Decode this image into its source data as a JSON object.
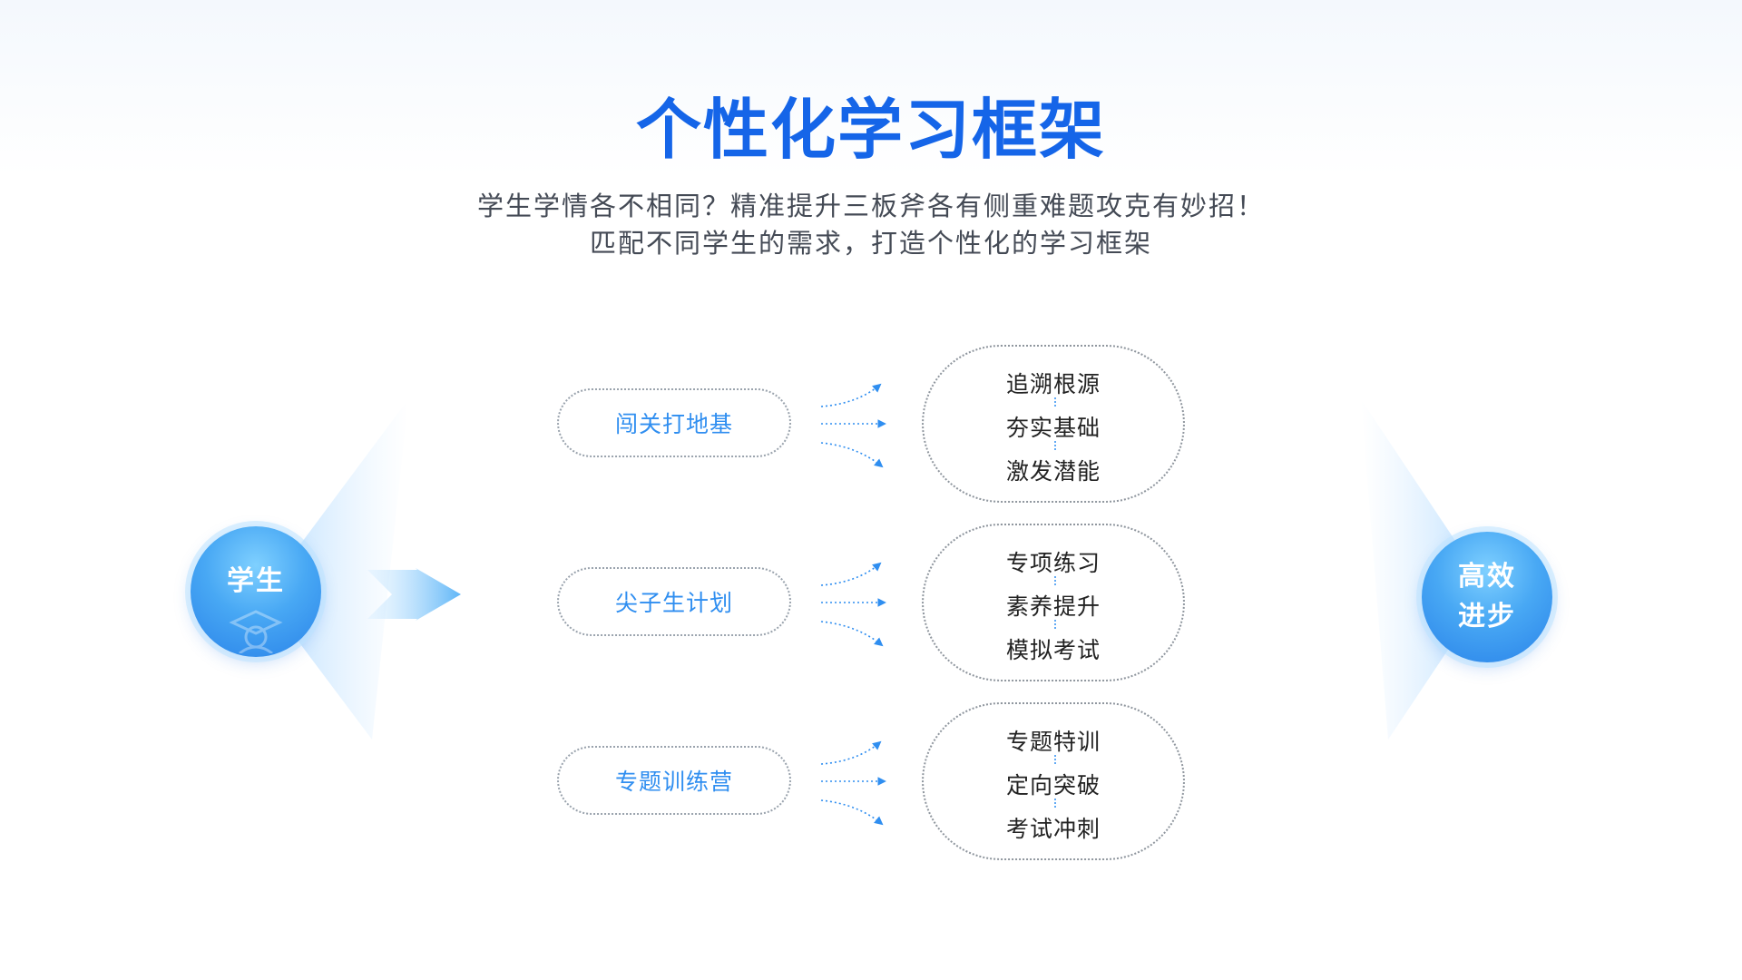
{
  "title": "个性化学习框架",
  "subtitle": {
    "line1": "学生学情各不相同？精准提升三板斧各有侧重难题攻克有妙招！",
    "line2": "匹配不同学生的需求，打造个性化的学习框架"
  },
  "start_node": {
    "label": "学生",
    "icon": "graduation-cap-icon"
  },
  "end_node": {
    "line1": "高效",
    "line2": "进步"
  },
  "programs": [
    {
      "name": "闯关打地基",
      "steps": [
        "追溯根源",
        "夯实基础",
        "激发潜能"
      ]
    },
    {
      "name": "尖子生计划",
      "steps": [
        "专项练习",
        "素养提升",
        "模拟考试"
      ]
    },
    {
      "name": "专题训练营",
      "steps": [
        "专题特训",
        "定向突破",
        "考试冲刺"
      ]
    }
  ],
  "colors": {
    "title": "#1565e8",
    "pill_text": "#2f8ef0",
    "node_gradient": [
      "#7fd0ff",
      "#2a83e9"
    ],
    "arrow": "#2f8ef0"
  }
}
